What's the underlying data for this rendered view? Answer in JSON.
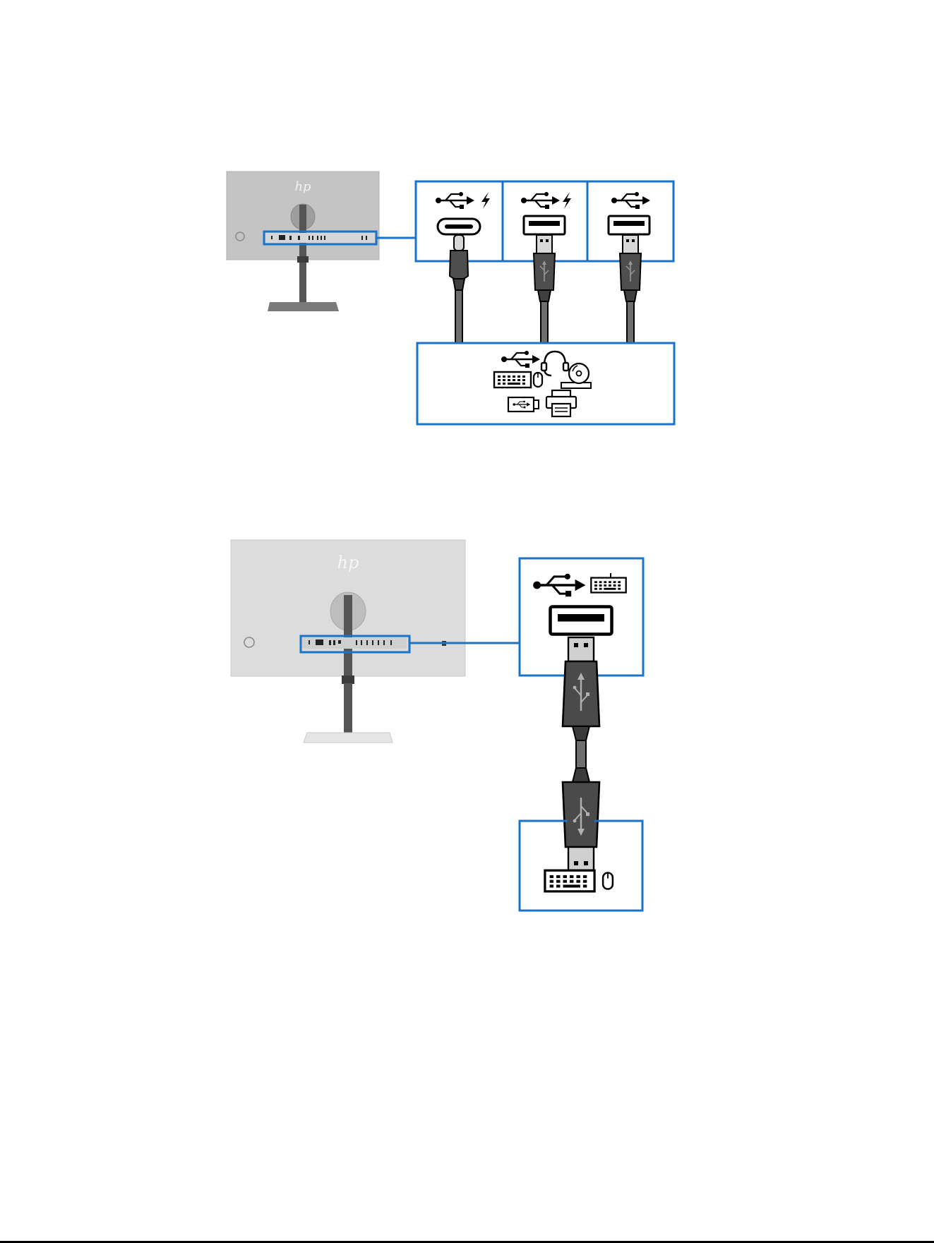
{
  "figures": [
    {
      "name": "usb-figure-top",
      "ports": [
        "usb-c-charging",
        "usb-a-charging",
        "usb-a"
      ],
      "devices": [
        "usb",
        "headset",
        "keyboard",
        "mouse",
        "optical-drive",
        "flash-drive",
        "printer"
      ]
    },
    {
      "name": "usb-figure-bottom",
      "ports": [
        "usb-a-keyboard"
      ],
      "devices": [
        "keyboard",
        "mouse"
      ]
    }
  ],
  "logo_text": "hp",
  "colors": {
    "callout": "#1a73c9",
    "cable": "#6e6e6e",
    "cable_dark": "#3a3a3a",
    "monitor_top": "#c4c4c4",
    "monitor_bottom": "#dcdcdc",
    "stand_top": "#555555",
    "base_bottom": "#e6e6e6"
  },
  "icons": [
    "usb-icon",
    "lightning-icon",
    "usb-c-port-icon",
    "usb-a-port-icon",
    "usb-c-plug-icon",
    "usb-a-plug-icon",
    "headset-icon",
    "keyboard-icon",
    "mouse-icon",
    "optical-drive-icon",
    "flash-drive-icon",
    "printer-icon",
    "power-button-icon",
    "hp-logo-icon"
  ]
}
